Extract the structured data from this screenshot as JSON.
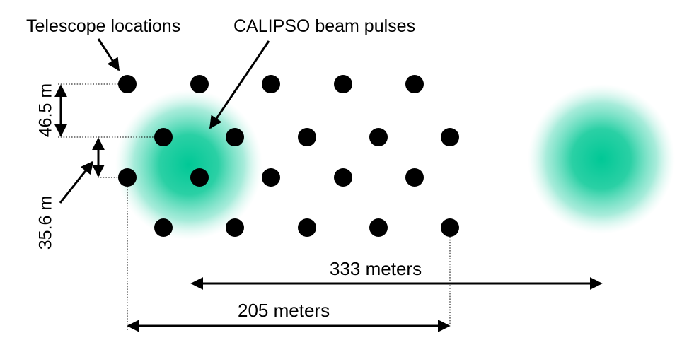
{
  "labels": {
    "telescope_locations": "Telescope locations",
    "calipso_beam_pulses": "CALIPSO beam pulses",
    "vertical_spacing": "46.5 m",
    "stagger_offset": "35.6 m",
    "pulse_spacing": "333 meters",
    "array_width": "205 meters"
  },
  "colors": {
    "telescope": "#000000",
    "beam_pulse": "#00c896",
    "arrow": "#000000",
    "guide_line": "#000000"
  },
  "telescope_count": 20,
  "beam_pulse_count": 2
}
